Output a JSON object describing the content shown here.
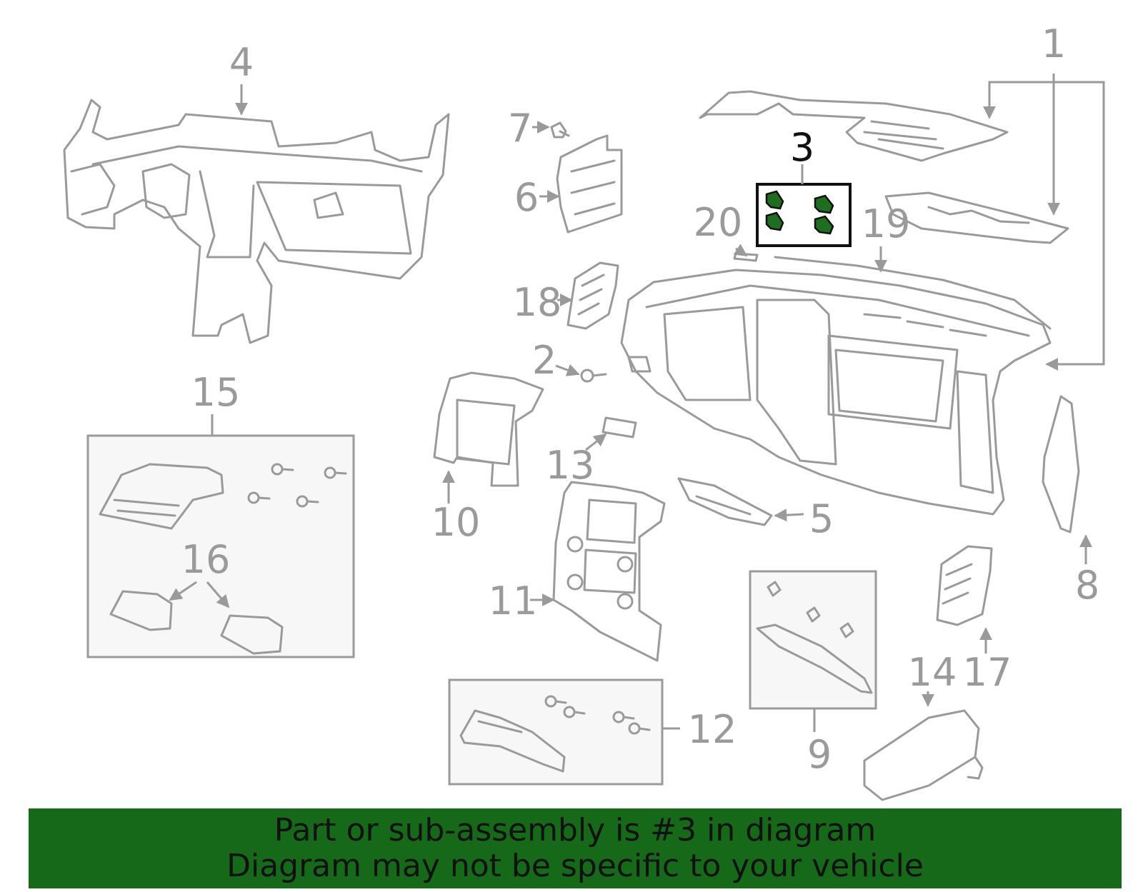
{
  "callouts": {
    "c1": "1",
    "c2": "2",
    "c3": "3",
    "c4": "4",
    "c5": "5",
    "c6": "6",
    "c7": "7",
    "c8": "8",
    "c9": "9",
    "c10": "10",
    "c11": "11",
    "c12": "12",
    "c13": "13",
    "c14": "14",
    "c15": "15",
    "c16": "16",
    "c17": "17",
    "c18": "18",
    "c19": "19",
    "c20": "20"
  },
  "banner": {
    "line1": "Part or sub-assembly is #3 in diagram",
    "line2": "Diagram may not be specific to your vehicle"
  },
  "colors": {
    "line": "#9a9a9a",
    "highlight_box": "#111111",
    "highlight_part": "#1f6e1f",
    "banner": "#17691a"
  }
}
